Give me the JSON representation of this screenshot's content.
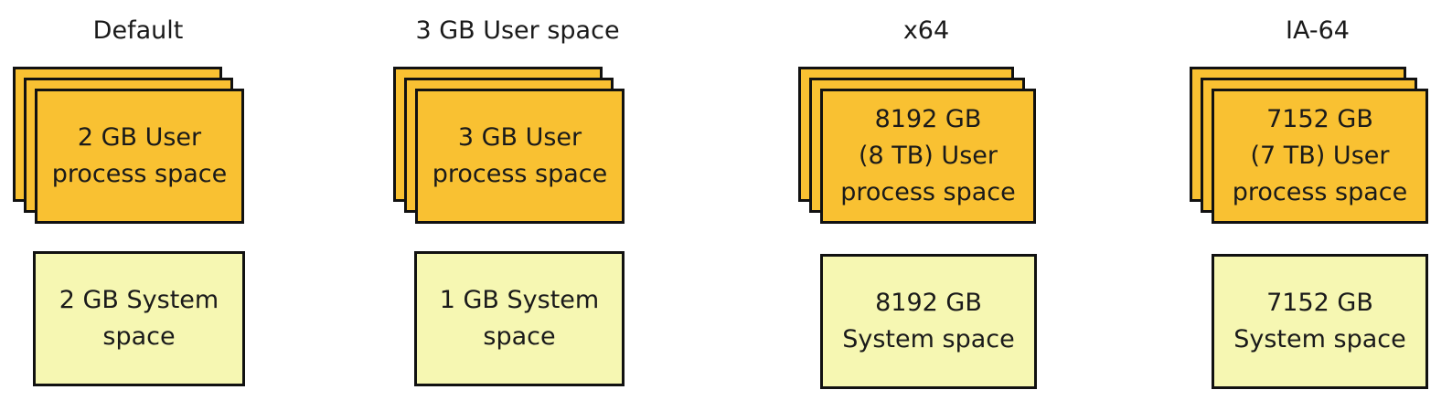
{
  "columns": [
    {
      "title": "Default",
      "user_space": "2 GB User\nprocess space",
      "system_space": "2 GB System\nspace"
    },
    {
      "title": "3 GB User space",
      "user_space": "3 GB User\nprocess space",
      "system_space": "1 GB System\nspace"
    },
    {
      "title": "x64",
      "user_space": "8192 GB\n(8 TB) User\nprocess space",
      "system_space": "8192 GB\nSystem space"
    },
    {
      "title": "IA-64",
      "user_space": "7152 GB\n(7 TB) User\nprocess space",
      "system_space": "7152 GB\nSystem space"
    }
  ],
  "colors": {
    "user_space_fill": "#f9c132",
    "system_space_fill": "#f6f7b2",
    "border": "#111111"
  }
}
